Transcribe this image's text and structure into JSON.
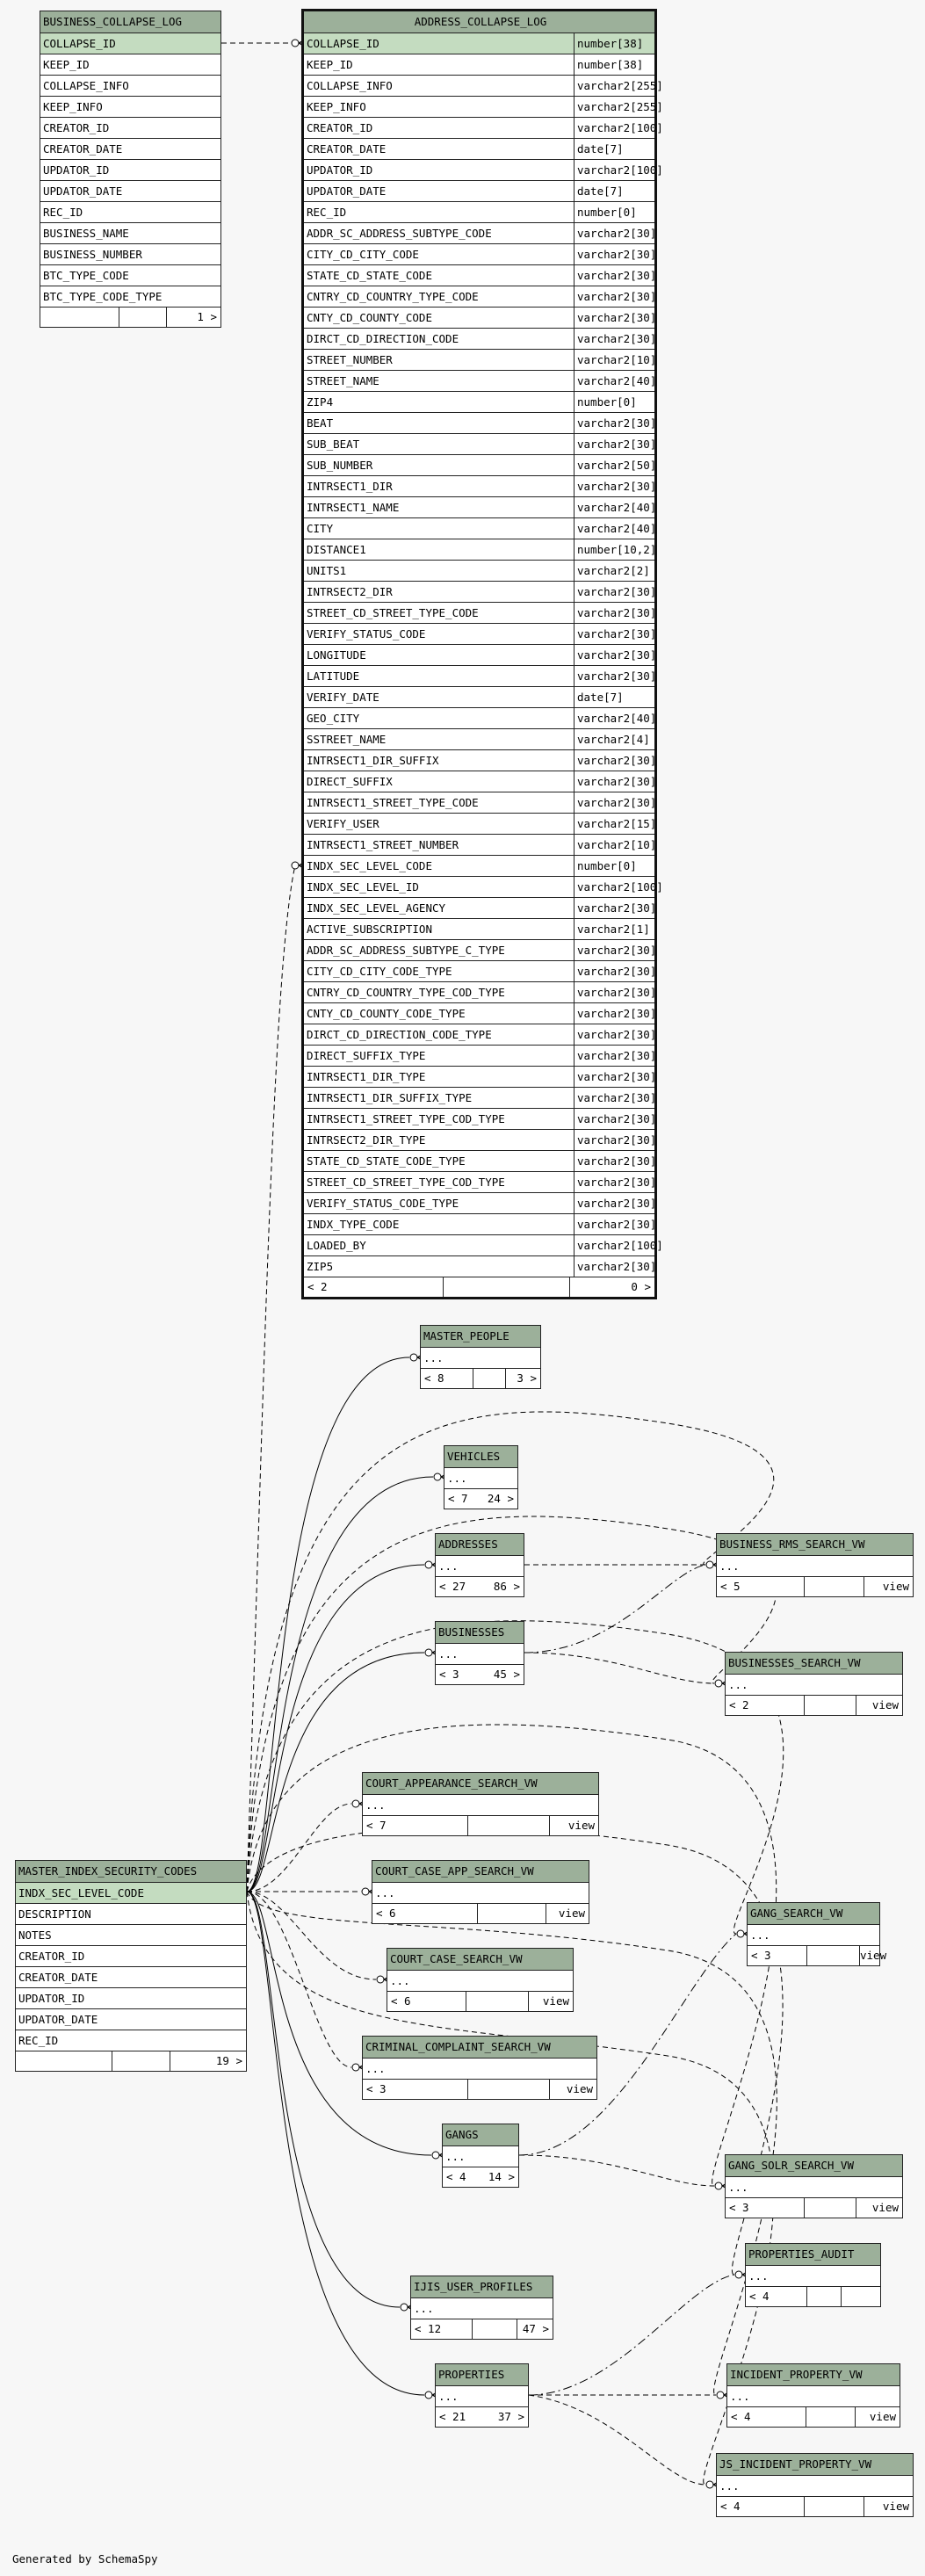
{
  "footer_text": "Generated by SchemaSpy",
  "colors": {
    "header": "#9cb09a",
    "key_row": "#c4dcc0",
    "background": "#f7f7f7"
  },
  "tables": [
    {
      "name": "BUSINESS_COLLAPSE_LOG",
      "name_align": "left",
      "key_rows": 1,
      "columns": [
        "COLLAPSE_ID",
        "KEEP_ID",
        "COLLAPSE_INFO",
        "KEEP_INFO",
        "CREATOR_ID",
        "CREATOR_DATE",
        "UPDATOR_ID",
        "UPDATOR_DATE",
        "REC_ID",
        "BUSINESS_NAME",
        "BUSINESS_NUMBER",
        "BTC_TYPE_CODE",
        "BTC_TYPE_CODE_TYPE"
      ],
      "footer": [
        "",
        "",
        "1 >"
      ]
    },
    {
      "name": "ADDRESS_COLLAPSE_LOG",
      "name_align": "center",
      "focus": true,
      "key_rows": 1,
      "columns": [
        "COLLAPSE_ID",
        "KEEP_ID",
        "COLLAPSE_INFO",
        "KEEP_INFO",
        "CREATOR_ID",
        "CREATOR_DATE",
        "UPDATOR_ID",
        "UPDATOR_DATE",
        "REC_ID",
        "ADDR_SC_ADDRESS_SUBTYPE_CODE",
        "CITY_CD_CITY_CODE",
        "STATE_CD_STATE_CODE",
        "CNTRY_CD_COUNTRY_TYPE_CODE",
        "CNTY_CD_COUNTY_CODE",
        "DIRCT_CD_DIRECTION_CODE",
        "STREET_NUMBER",
        "STREET_NAME",
        "ZIP4",
        "BEAT",
        "SUB_BEAT",
        "SUB_NUMBER",
        "INTRSECT1_DIR",
        "INTRSECT1_NAME",
        "CITY",
        "DISTANCE1",
        "UNITS1",
        "INTRSECT2_DIR",
        "STREET_CD_STREET_TYPE_CODE",
        "VERIFY_STATUS_CODE",
        "LONGITUDE",
        "LATITUDE",
        "VERIFY_DATE",
        "GEO_CITY",
        "SSTREET_NAME",
        "INTRSECT1_DIR_SUFFIX",
        "DIRECT_SUFFIX",
        "INTRSECT1_STREET_TYPE_CODE",
        "VERIFY_USER",
        "INTRSECT1_STREET_NUMBER",
        "INDX_SEC_LEVEL_CODE",
        "INDX_SEC_LEVEL_ID",
        "INDX_SEC_LEVEL_AGENCY",
        "ACTIVE_SUBSCRIPTION",
        "ADDR_SC_ADDRESS_SUBTYPE_C_TYPE",
        "CITY_CD_CITY_CODE_TYPE",
        "CNTRY_CD_COUNTRY_TYPE_COD_TYPE",
        "CNTY_CD_COUNTY_CODE_TYPE",
        "DIRCT_CD_DIRECTION_CODE_TYPE",
        "DIRECT_SUFFIX_TYPE",
        "INTRSECT1_DIR_TYPE",
        "INTRSECT1_DIR_SUFFIX_TYPE",
        "INTRSECT1_STREET_TYPE_COD_TYPE",
        "INTRSECT2_DIR_TYPE",
        "STATE_CD_STATE_CODE_TYPE",
        "STREET_CD_STREET_TYPE_COD_TYPE",
        "VERIFY_STATUS_CODE_TYPE",
        "INDX_TYPE_CODE",
        "LOADED_BY",
        "ZIP5"
      ],
      "types": [
        "number[38]",
        "number[38]",
        "varchar2[255]",
        "varchar2[255]",
        "varchar2[100]",
        "date[7]",
        "varchar2[100]",
        "date[7]",
        "number[0]",
        "varchar2[30]",
        "varchar2[30]",
        "varchar2[30]",
        "varchar2[30]",
        "varchar2[30]",
        "varchar2[30]",
        "varchar2[10]",
        "varchar2[40]",
        "number[0]",
        "varchar2[30]",
        "varchar2[30]",
        "varchar2[50]",
        "varchar2[30]",
        "varchar2[40]",
        "varchar2[40]",
        "number[10,2]",
        "varchar2[2]",
        "varchar2[30]",
        "varchar2[30]",
        "varchar2[30]",
        "varchar2[30]",
        "varchar2[30]",
        "date[7]",
        "varchar2[40]",
        "varchar2[4]",
        "varchar2[30]",
        "varchar2[30]",
        "varchar2[30]",
        "varchar2[15]",
        "varchar2[10]",
        "number[0]",
        "varchar2[100]",
        "varchar2[30]",
        "varchar2[1]",
        "varchar2[30]",
        "varchar2[30]",
        "varchar2[30]",
        "varchar2[30]",
        "varchar2[30]",
        "varchar2[30]",
        "varchar2[30]",
        "varchar2[30]",
        "varchar2[30]",
        "varchar2[30]",
        "varchar2[30]",
        "varchar2[30]",
        "varchar2[30]",
        "varchar2[30]",
        "varchar2[100]",
        "varchar2[30]"
      ],
      "footer": [
        "< 2",
        "",
        "0 >"
      ]
    },
    {
      "name": "MASTER_PEOPLE",
      "key_rows": 0,
      "columns": [
        "..."
      ],
      "footer": [
        "< 8",
        "",
        "3 >"
      ]
    },
    {
      "name": "VEHICLES",
      "key_rows": 0,
      "columns": [
        "..."
      ],
      "footer": [
        "< 7",
        "",
        "24 >"
      ]
    },
    {
      "name": "ADDRESSES",
      "key_rows": 0,
      "columns": [
        "..."
      ],
      "footer": [
        "< 27",
        "",
        "86 >"
      ]
    },
    {
      "name": "BUSINESSES",
      "key_rows": 0,
      "columns": [
        "..."
      ],
      "footer": [
        "< 3",
        "",
        "45 >"
      ]
    },
    {
      "name": "BUSINESS_RMS_SEARCH_VW",
      "key_rows": 0,
      "columns": [
        "..."
      ],
      "footer": [
        "< 5",
        "",
        "view"
      ]
    },
    {
      "name": "BUSINESSES_SEARCH_VW",
      "key_rows": 0,
      "columns": [
        "..."
      ],
      "footer": [
        "< 2",
        "",
        "view"
      ]
    },
    {
      "name": "COURT_APPEARANCE_SEARCH_VW",
      "key_rows": 0,
      "columns": [
        "..."
      ],
      "footer": [
        "< 7",
        "",
        "view"
      ]
    },
    {
      "name": "MASTER_INDEX_SECURITY_CODES",
      "name_align": "left",
      "key_rows": 1,
      "columns": [
        "INDX_SEC_LEVEL_CODE",
        "DESCRIPTION",
        "NOTES",
        "CREATOR_ID",
        "CREATOR_DATE",
        "UPDATOR_ID",
        "UPDATOR_DATE",
        "REC_ID"
      ],
      "footer": [
        "",
        "",
        "19 >"
      ]
    },
    {
      "name": "COURT_CASE_APP_SEARCH_VW",
      "key_rows": 0,
      "columns": [
        "..."
      ],
      "footer": [
        "< 6",
        "",
        "view"
      ]
    },
    {
      "name": "GANG_SEARCH_VW",
      "key_rows": 0,
      "columns": [
        "..."
      ],
      "footer": [
        "< 3",
        "",
        "view"
      ]
    },
    {
      "name": "COURT_CASE_SEARCH_VW",
      "key_rows": 0,
      "columns": [
        "..."
      ],
      "footer": [
        "< 6",
        "",
        "view"
      ]
    },
    {
      "name": "CRIMINAL_COMPLAINT_SEARCH_VW",
      "key_rows": 0,
      "columns": [
        "..."
      ],
      "footer": [
        "< 3",
        "",
        "view"
      ]
    },
    {
      "name": "GANGS",
      "key_rows": 0,
      "columns": [
        "..."
      ],
      "footer": [
        "< 4",
        "",
        "14 >"
      ]
    },
    {
      "name": "GANG_SOLR_SEARCH_VW",
      "key_rows": 0,
      "columns": [
        "..."
      ],
      "footer": [
        "< 3",
        "",
        "view"
      ]
    },
    {
      "name": "PROPERTIES_AUDIT",
      "key_rows": 0,
      "columns": [
        "..."
      ],
      "footer": [
        "< 4",
        "",
        ""
      ]
    },
    {
      "name": "IJIS_USER_PROFILES",
      "key_rows": 0,
      "columns": [
        "..."
      ],
      "footer": [
        "< 12",
        "",
        "47 >"
      ]
    },
    {
      "name": "PROPERTIES",
      "key_rows": 0,
      "columns": [
        "..."
      ],
      "footer": [
        "< 21",
        "",
        "37 >"
      ]
    },
    {
      "name": "INCIDENT_PROPERTY_VW",
      "key_rows": 0,
      "columns": [
        "..."
      ],
      "footer": [
        "< 4",
        "",
        "view"
      ]
    },
    {
      "name": "JS_INCIDENT_PROPERTY_VW",
      "key_rows": 0,
      "columns": [
        "..."
      ],
      "footer": [
        "< 4",
        "",
        "view"
      ]
    }
  ]
}
